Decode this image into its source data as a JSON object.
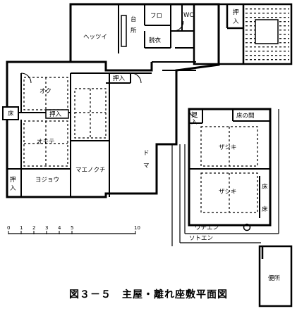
{
  "rooms": {
    "heztsui": "ヘッツイ",
    "daidokoro": "台所",
    "furo": "フロ",
    "wc": "WC",
    "datsui": "脱衣",
    "oshiire_top": "押入",
    "oshiire_mid": "押入",
    "oku": "オク",
    "yuka_left": "床",
    "oshiire_small": "押入",
    "omote": "オモテ",
    "doma": "ドマ",
    "maenokuchi": "マエノクチ",
    "oshiire_left": "押入",
    "yojou": "ヨジョウ",
    "oshiire_right": "押入",
    "toko_no_ma": "床の間",
    "zashiki_1": "ザシキ",
    "zashiki_2": "ザシキ",
    "yuka_right_1": "床",
    "yuka_right_2": "床",
    "uchien": "ウチエン",
    "sotoen": "ソトエン",
    "benjo": "便所"
  },
  "scale": {
    "ticks": [
      "0",
      "1",
      "2",
      "3",
      "4",
      "5",
      "10"
    ],
    "values_m": [
      0,
      1,
      2,
      3,
      4,
      5,
      10
    ]
  },
  "caption": "図３－５　主屋・離れ座敷平面図"
}
